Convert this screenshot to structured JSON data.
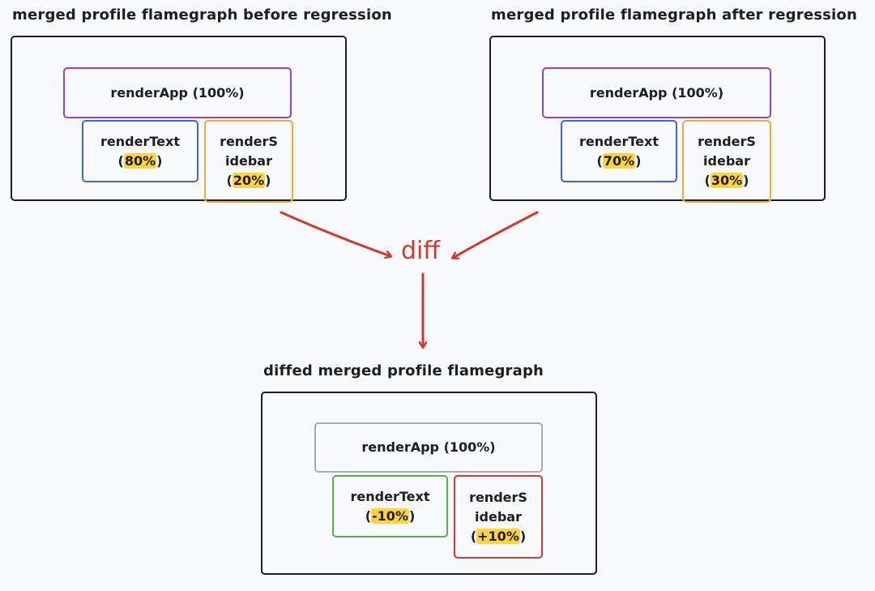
{
  "before": {
    "title": "merged profile flamegraph before regression",
    "root": {
      "label": "renderApp (100%)"
    },
    "left": {
      "name": "renderText",
      "open": "(",
      "pct": "80%",
      "close": ")"
    },
    "right": {
      "name1": "renderS",
      "name2": "idebar",
      "open": "(",
      "pct": "20%",
      "close": ")"
    }
  },
  "after": {
    "title": "merged profile flamegraph after regression",
    "root": {
      "label": "renderApp (100%)"
    },
    "left": {
      "name": "renderText",
      "open": "(",
      "pct": "70%",
      "close": ")"
    },
    "right": {
      "name1": "renderS",
      "name2": "idebar",
      "open": "(",
      "pct": "30%",
      "close": ")"
    }
  },
  "diff_label": "diff",
  "diffed": {
    "title": "diffed merged profile flamegraph",
    "root": {
      "label": "renderApp (100%)"
    },
    "left": {
      "name": "renderText",
      "open": "(",
      "pct": "-10%",
      "close": ")"
    },
    "right": {
      "name1": "renderS",
      "name2": "idebar",
      "open": "(",
      "pct": "+10%",
      "close": ")"
    }
  },
  "colors": {
    "root_before_after": "#9c3fc2",
    "left_before_after": "#4a5fdc",
    "right_before_after": "#efa93c",
    "root_diffed": "#a9a9b3",
    "left_diffed": "#55b150",
    "right_diffed": "#cf3a34",
    "highlight": "#ffd33d",
    "arrow": "#d0392f"
  }
}
